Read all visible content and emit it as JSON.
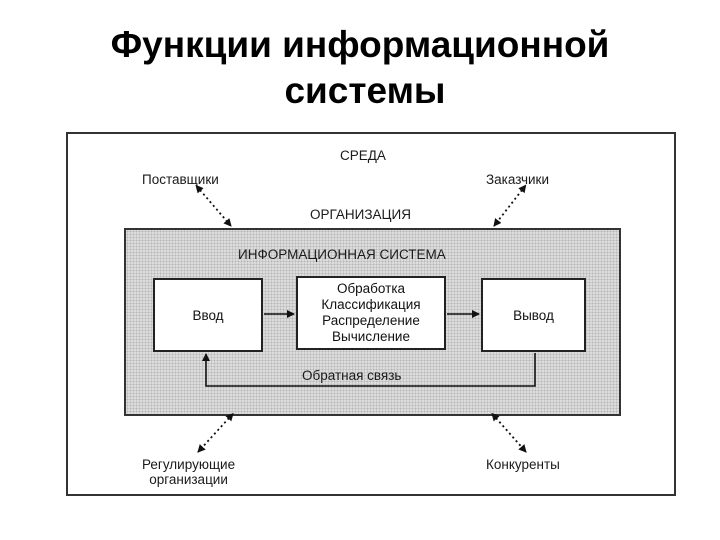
{
  "title": {
    "line1": "Функции информационной",
    "line2": "системы"
  },
  "diagram": {
    "environment_label": "СРЕДА",
    "organization_label": "ОРГАНИЗАЦИЯ",
    "system_label": "ИНФОРМАЦИОННАЯ СИСТЕМА",
    "external": {
      "suppliers": "Поставщики",
      "customers": "Заказчики",
      "regulators_line1": "Регулирующие",
      "regulators_line2": "организации",
      "competitors": "Конкуренты"
    },
    "blocks": {
      "input": "Ввод",
      "processing": [
        "Обработка",
        "Классификация",
        "Распределение",
        "Вычисление"
      ],
      "output": "Вывод"
    },
    "feedback_label": "Обратная связь"
  }
}
